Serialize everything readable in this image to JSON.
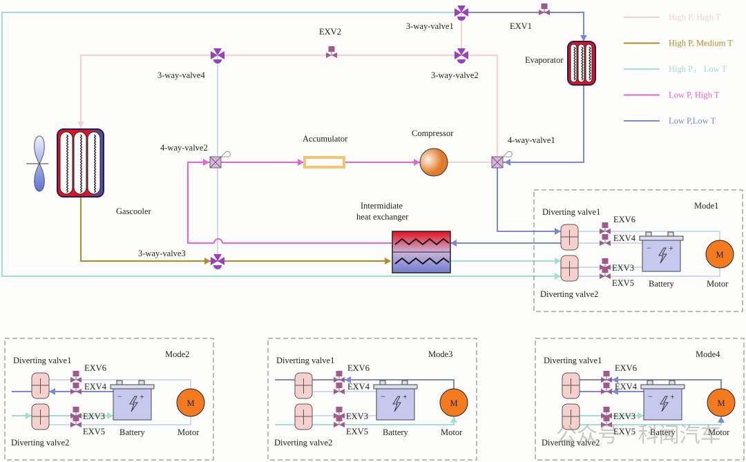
{
  "colors": {
    "high_p_high_t": "#f6cfd6",
    "high_p_medium_t": "#b5892e",
    "high_p_low_t": "#9fe0d6",
    "low_p_high_t": "#e463d6",
    "low_p_low_t": "#7b88d6",
    "inactive": "#cfd9f2",
    "valve": "#9b3fc2",
    "exv": "#a3588c"
  },
  "legend": [
    {
      "label": "High P, High T",
      "color": "#f6cfd6"
    },
    {
      "label": "High P, Medium T",
      "color": "#b5892e"
    },
    {
      "label": "High P， Low T",
      "color": "#9fe0d6"
    },
    {
      "label": "Low P, High T",
      "color": "#e463d6"
    },
    {
      "label": "Low P,Low T",
      "color": "#7b88d6"
    }
  ],
  "components": {
    "valve1": "3-way-valve1",
    "valve2": "3-way-valve2",
    "valve3": "3-way-valve3",
    "valve4": "3-way-valve4",
    "exv1": "EXV1",
    "exv2": "EXV2",
    "evaporator": "Evaporator",
    "compressor": "Compressor",
    "accumulator": "Accumulator",
    "fourway1": "4-way-valve1",
    "fourway2": "4-way-valve2",
    "gascooler": "Gascooler",
    "ihx_line1": "Intermidiate",
    "ihx_line2": "heat exchanger"
  },
  "modes": [
    {
      "title": "Mode1",
      "div1": "Diverting valve1",
      "div2": "Diverting valve2",
      "exv6": "EXV6",
      "exv4": "EXV4",
      "exv3": "EXV3",
      "exv5": "EXV5",
      "battery": "Battery",
      "motor": "Motor",
      "motor_symbol": "M"
    },
    {
      "title": "Mode2",
      "div1": "Diverting valve1",
      "div2": "Diverting valve2",
      "exv6": "EXV6",
      "exv4": "EXV4",
      "exv3": "EXV3",
      "exv5": "EXV5",
      "battery": "Battery",
      "motor": "Motor",
      "motor_symbol": "M"
    },
    {
      "title": "Mode3",
      "div1": "Diverting valve1",
      "div2": "Diverting valve2",
      "exv6": "EXV6",
      "exv4": "EXV4",
      "exv3": "EXV3",
      "exv5": "EXV5",
      "battery": "Battery",
      "motor": "Motor",
      "motor_symbol": "M"
    },
    {
      "title": "Mode4",
      "div1": "Diverting valve1",
      "div2": "Diverting valve2",
      "exv6": "EXV6",
      "exv4": "EXV4",
      "exv3": "EXV3",
      "exv5": "EXV5",
      "battery": "Battery",
      "motor": "Motor",
      "motor_symbol": "M"
    }
  ],
  "watermark": "公众号 · 科闻汽车"
}
